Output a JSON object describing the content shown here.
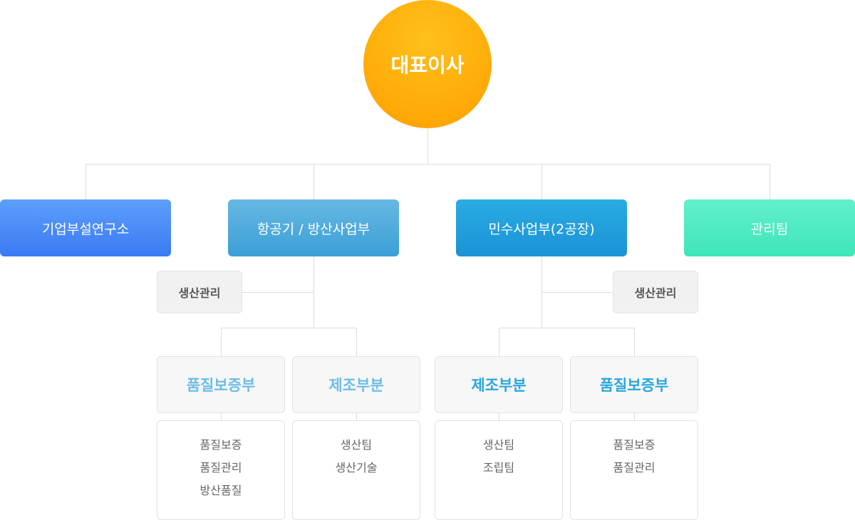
{
  "ceo": "대표이사",
  "departments": [
    {
      "label": "기업부설연구소"
    },
    {
      "label": "항공기 / 방산사업부"
    },
    {
      "label": "민수사업부(2공장)"
    },
    {
      "label": "관리팀"
    }
  ],
  "sub_units": {
    "left": "생산관리",
    "right": "생산관리"
  },
  "teams": [
    {
      "title": "품질보증부",
      "items": [
        "품질보증",
        "품질관리",
        "방산품질"
      ]
    },
    {
      "title": "제조부분",
      "items": [
        "생산팀",
        "생산기술"
      ]
    },
    {
      "title": "제조부분",
      "items": [
        "생산팀",
        "조립팀"
      ]
    },
    {
      "title": "품질보증부",
      "items": [
        "품질보증",
        "품질관리"
      ]
    }
  ]
}
